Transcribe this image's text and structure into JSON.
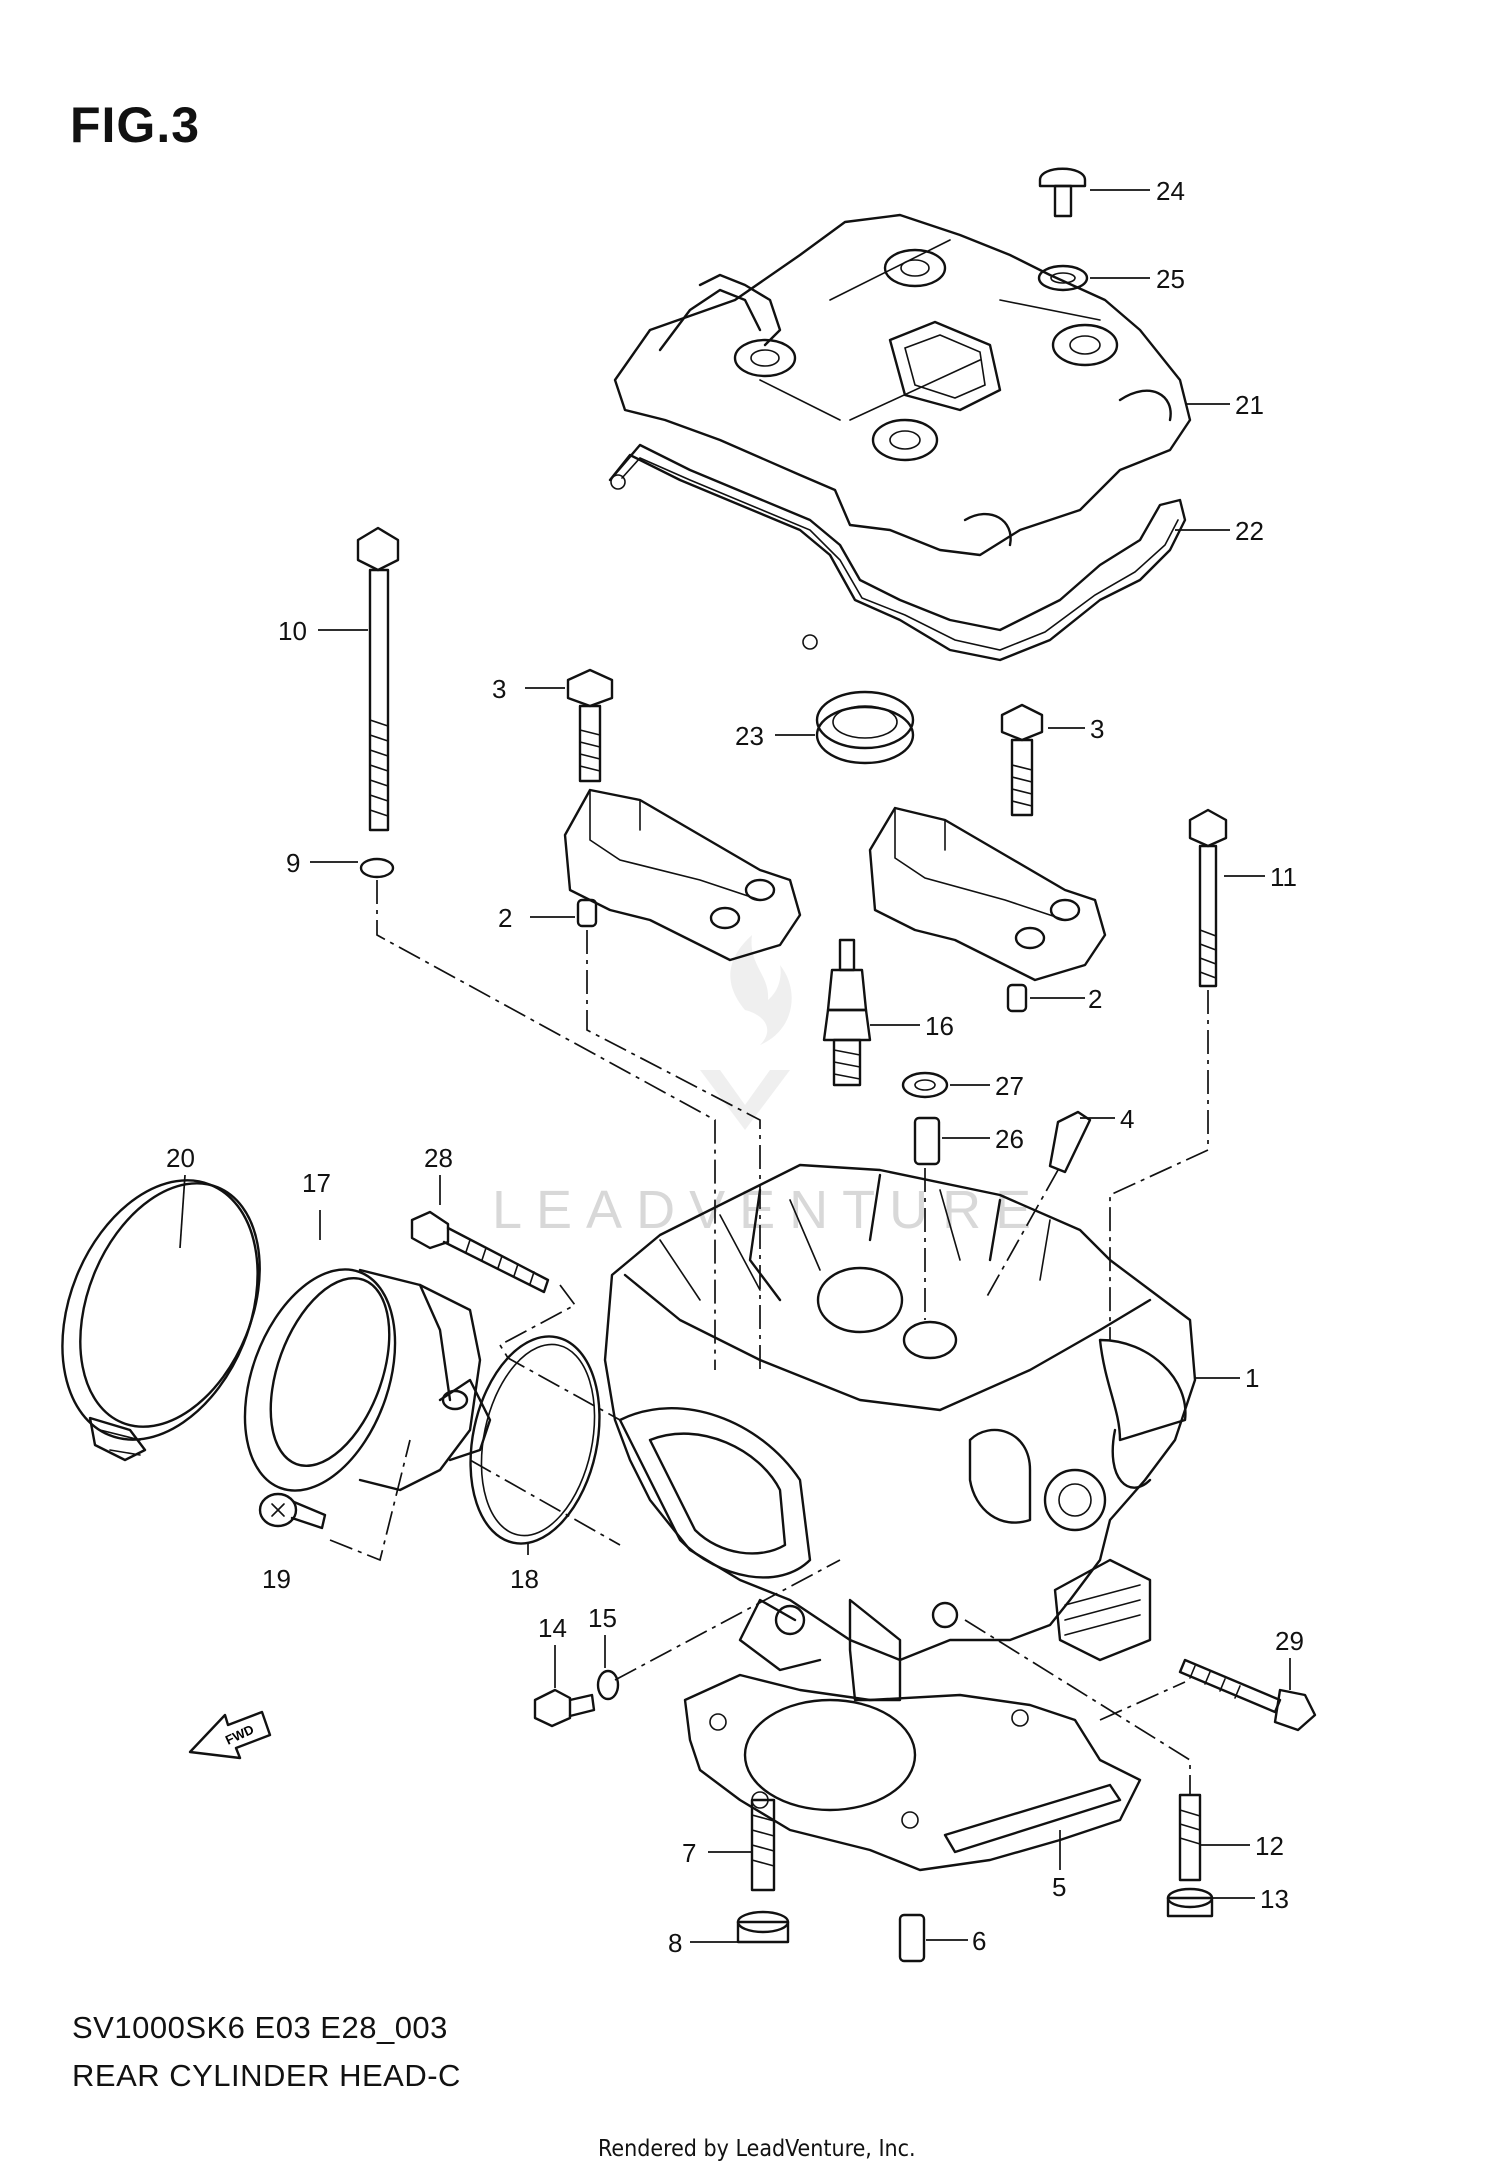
{
  "figure": {
    "title": "FIG.3",
    "code": "SV1000SK6 E03 E28_003",
    "caption": "REAR CYLINDER HEAD-C",
    "footer": "Rendered by LeadVenture, Inc.",
    "watermark": "LEADVENTURE",
    "direction_label": "FWD"
  },
  "callouts": [
    "1",
    "2",
    "2",
    "3",
    "3",
    "4",
    "5",
    "6",
    "7",
    "8",
    "9",
    "10",
    "11",
    "12",
    "13",
    "14",
    "15",
    "16",
    "17",
    "18",
    "19",
    "20",
    "21",
    "22",
    "23",
    "24",
    "25",
    "26",
    "27",
    "28",
    "29"
  ],
  "colors": {
    "line": "#111111",
    "background": "#ffffff",
    "watermark": "#d8d8d8"
  }
}
